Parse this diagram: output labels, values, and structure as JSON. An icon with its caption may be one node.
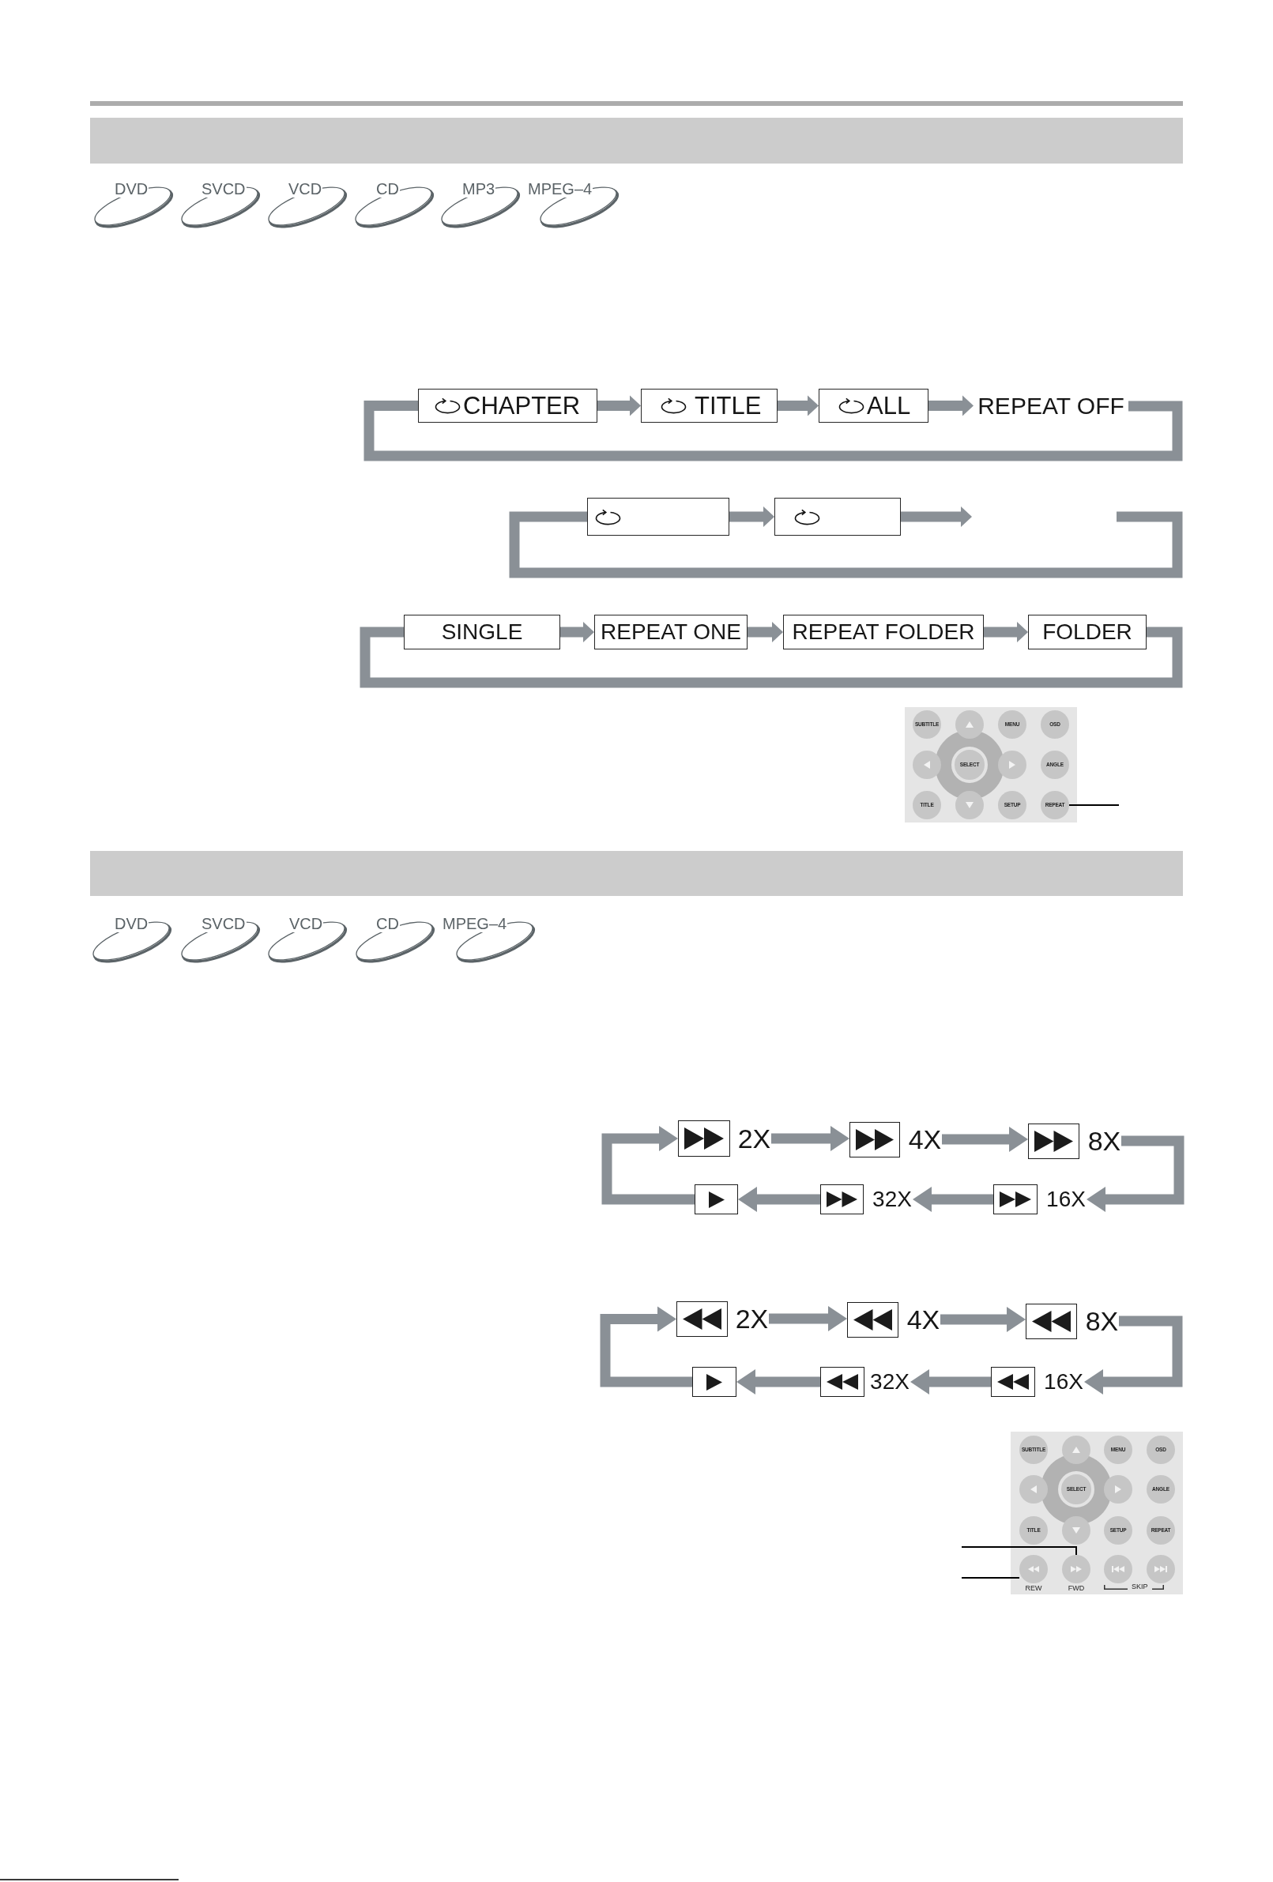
{
  "diagram": {
    "nodes": [
      {
        "text": [
          "DVD"
        ]
      },
      {
        "text": [
          "SVCD"
        ]
      },
      {
        "text": [
          "VCD"
        ]
      },
      {
        "text": [
          "CD"
        ]
      },
      {
        "text": [
          "MP3"
        ]
      },
      {
        "text": [
          "MPEG–4"
        ]
      },
      {
        "text": [
          "CHAPTER"
        ]
      },
      {
        "text": [
          "TITLE"
        ]
      },
      {
        "text": [
          "ALL"
        ]
      },
      {
        "text": [
          "REPEAT OFF"
        ]
      },
      {
        "text": [],
        "shape": "box"
      },
      {
        "text": [],
        "shape": "box"
      },
      {
        "text": [
          "SINGLE"
        ]
      },
      {
        "text": [
          "REPEAT ONE"
        ]
      },
      {
        "text": [
          "REPEAT FOLDER"
        ]
      },
      {
        "text": [
          "FOLDER"
        ]
      },
      {
        "text": [],
        "shape": "box"
      },
      {
        "text": [
          "SUBTITLE"
        ],
        "in": 16
      },
      {
        "text": [],
        "shape": "circle",
        "in": 16
      },
      {
        "text": [
          "MENU"
        ],
        "in": 16
      },
      {
        "text": [
          "OSD"
        ],
        "in": 16
      },
      {
        "text": [],
        "shape": "circle",
        "in": 16
      },
      {
        "text": [
          "SELECT"
        ],
        "in": 16
      },
      {
        "text": [],
        "shape": "circle",
        "in": 16
      },
      {
        "text": [
          "ANGLE"
        ],
        "in": 16
      },
      {
        "text": [
          "TITLE"
        ],
        "in": 16
      },
      {
        "text": [],
        "shape": "circle",
        "in": 16
      },
      {
        "text": [
          "SETUP"
        ],
        "in": 16
      },
      {
        "text": [
          "REPEAT"
        ],
        "in": 16
      },
      {
        "text": [
          "DVD"
        ]
      },
      {
        "text": [
          "SVCD"
        ]
      },
      {
        "text": [
          "VCD"
        ]
      },
      {
        "text": [
          "CD"
        ]
      },
      {
        "text": [
          "MPEG–4"
        ]
      },
      {
        "text": [],
        "shape": "box"
      },
      {
        "text": [
          "2X"
        ]
      },
      {
        "text": [],
        "shape": "box"
      },
      {
        "text": [
          "4X"
        ]
      },
      {
        "text": [],
        "shape": "box"
      },
      {
        "text": [
          "8X"
        ]
      },
      {
        "text": [],
        "shape": "box"
      },
      {
        "text": [],
        "shape": "box"
      },
      {
        "text": [
          "32X"
        ]
      },
      {
        "text": [],
        "shape": "box"
      },
      {
        "text": [
          "16X"
        ]
      },
      {
        "text": [],
        "shape": "box"
      },
      {
        "text": [
          "2X"
        ]
      },
      {
        "text": [],
        "shape": "box"
      },
      {
        "text": [
          "4X"
        ]
      },
      {
        "text": [],
        "shape": "box"
      },
      {
        "text": [
          "8X"
        ]
      },
      {
        "text": [],
        "shape": "box"
      },
      {
        "text": [],
        "shape": "box"
      },
      {
        "text": [
          "32X"
        ]
      },
      {
        "text": [],
        "shape": "box"
      },
      {
        "text": [
          "16X"
        ]
      },
      {
        "text": [],
        "shape": "box"
      },
      {
        "text": [
          "SUBTITLE"
        ],
        "in": 56
      },
      {
        "text": [],
        "shape": "circle",
        "in": 56
      },
      {
        "text": [
          "MENU"
        ],
        "in": 56
      },
      {
        "text": [
          "OSD"
        ],
        "in": 56
      },
      {
        "text": [],
        "shape": "circle",
        "in": 56
      },
      {
        "text": [
          "SELECT"
        ],
        "in": 56
      },
      {
        "text": [],
        "shape": "circle",
        "in": 56
      },
      {
        "text": [
          "ANGLE"
        ],
        "in": 56
      },
      {
        "text": [
          "TITLE"
        ],
        "in": 56
      },
      {
        "text": [],
        "shape": "circle",
        "in": 56
      },
      {
        "text": [
          "SETUP"
        ],
        "in": 56
      },
      {
        "text": [
          "REPEAT"
        ],
        "in": 56
      },
      {
        "text": [],
        "shape": "circle",
        "beside": [
          "REW"
        ],
        "in": 56
      },
      {
        "text": [],
        "shape": "circle",
        "beside": [
          "FWD"
        ],
        "in": 56
      },
      {
        "text": [],
        "shape": "circle",
        "in": 56
      },
      {
        "text": [],
        "shape": "circle",
        "in": 56
      }
    ],
    "edges": [
      {
        "from": 6,
        "to": 7,
        "arrow": "to"
      },
      {
        "from": 7,
        "to": 8,
        "arrow": "to"
      },
      {
        "from": 8,
        "to": 9,
        "arrow": "to"
      },
      {
        "from": 9,
        "to": 6,
        "arrow": "none"
      },
      {
        "from": 10,
        "to": 11,
        "arrow": "to"
      },
      {
        "from": 11,
        "to": null,
        "arrow": "to"
      },
      {
        "from": null,
        "to": 10,
        "arrow": "none"
      },
      {
        "from": 12,
        "to": 13,
        "arrow": "to"
      },
      {
        "from": 13,
        "to": 14,
        "arrow": "to"
      },
      {
        "from": 14,
        "to": 15,
        "arrow": "to"
      },
      {
        "from": 15,
        "to": 12,
        "arrow": "none"
      },
      {
        "from": null,
        "to": 28,
        "arrow": "none",
        "color": "#000000"
      },
      {
        "from": 35,
        "to": 36,
        "arrow": "to"
      },
      {
        "from": 37,
        "to": 38,
        "arrow": "to"
      },
      {
        "from": 39,
        "to": 44,
        "arrow": "to"
      },
      {
        "from": 43,
        "to": 42,
        "arrow": "to"
      },
      {
        "from": 41,
        "to": 40,
        "arrow": "to"
      },
      {
        "from": 40,
        "to": 34,
        "arrow": "to"
      },
      {
        "from": 46,
        "to": 47,
        "arrow": "to"
      },
      {
        "from": 48,
        "to": 49,
        "arrow": "to"
      },
      {
        "from": 50,
        "to": 55,
        "arrow": "to"
      },
      {
        "from": 54,
        "to": 53,
        "arrow": "to"
      },
      {
        "from": 52,
        "to": 51,
        "arrow": "to"
      },
      {
        "from": 51,
        "to": 45,
        "arrow": "to"
      },
      {
        "from": null,
        "to": 70,
        "arrow": "none",
        "color": "#000000"
      },
      {
        "from": null,
        "to": 69,
        "arrow": "none",
        "color": "#000000"
      }
    ],
    "labels": [
      "SKIP"
    ]
  }
}
